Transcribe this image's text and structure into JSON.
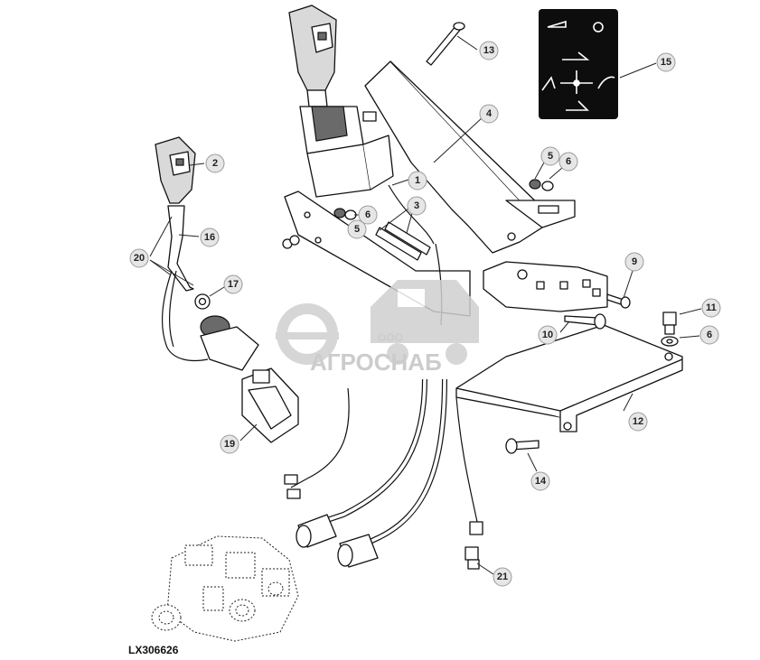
{
  "figure_id": "LX306626",
  "watermark": {
    "company_prefix": "ООО",
    "company_name": "АГРОСНАБ"
  },
  "callouts": [
    {
      "id": "c1",
      "label": "1"
    },
    {
      "id": "c2",
      "label": "2"
    },
    {
      "id": "c3",
      "label": "3"
    },
    {
      "id": "c4",
      "label": "4"
    },
    {
      "id": "c5a",
      "label": "5"
    },
    {
      "id": "c5b",
      "label": "5"
    },
    {
      "id": "c6a",
      "label": "6"
    },
    {
      "id": "c6b",
      "label": "6"
    },
    {
      "id": "c6c",
      "label": "6"
    },
    {
      "id": "c9",
      "label": "9"
    },
    {
      "id": "c10",
      "label": "10"
    },
    {
      "id": "c11",
      "label": "11"
    },
    {
      "id": "c12",
      "label": "12"
    },
    {
      "id": "c13",
      "label": "13"
    },
    {
      "id": "c14",
      "label": "14"
    },
    {
      "id": "c15",
      "label": "15"
    },
    {
      "id": "c16",
      "label": "16"
    },
    {
      "id": "c17",
      "label": "17"
    },
    {
      "id": "c19",
      "label": "19"
    },
    {
      "id": "c20",
      "label": "20"
    },
    {
      "id": "c21",
      "label": "21"
    }
  ]
}
